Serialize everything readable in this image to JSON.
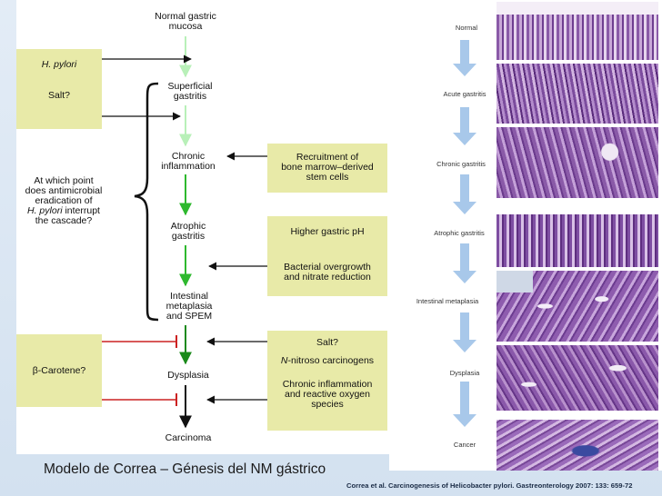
{
  "diagram": {
    "stages": {
      "normal": [
        "Normal gastric",
        "mucosa"
      ],
      "superficial": [
        "Superficial",
        "gastritis"
      ],
      "chronic": [
        "Chronic",
        "inflammation"
      ],
      "atrophic": [
        "Atrophic",
        "gastritis"
      ],
      "intestinal": [
        "Intestinal",
        "metaplasia",
        "and SPEM"
      ],
      "dysplasia": "Dysplasia",
      "carcinoma": "Carcinoma"
    },
    "factors": {
      "h_pylori": "H. pylori",
      "salt": "Salt?",
      "beta_carotene": "β-Carotene?"
    },
    "question": {
      "line1": "At which point",
      "line2": "does antimicrobial",
      "line3": "eradication of",
      "line4_italic": "H. pylori",
      "line4_rest": " interrupt",
      "line5": "the cascade?"
    },
    "right_boxes": {
      "recruitment": [
        "Recruitment of",
        "bone marrow–derived",
        "stem cells"
      ],
      "ph": "Higher gastric pH",
      "bacterial": [
        "Bacterial overgrowth",
        "and nitrate reduction"
      ],
      "salt": "Salt?",
      "nitroso_italic": "N",
      "nitroso_rest": "-nitroso carcinogens",
      "inflammation": [
        "Chronic inflammation",
        "and reactive oxygen",
        "species"
      ]
    }
  },
  "histology": {
    "stages": [
      "Normal",
      "Acute gastritis",
      "Chronic gastritis",
      "Atrophic gastritis",
      "Intestinal metaplasia",
      "Dysplasia",
      "Cancer"
    ]
  },
  "colors": {
    "box_fill": "#e8eaa8",
    "arrow_light_green": "#b8f0b8",
    "arrow_green": "#2eb82e",
    "arrow_dark_green": "#1a8a1a",
    "inhibitor_red": "#cc2222",
    "histo_arrow": "#a8c8ea",
    "tissue_purple": "#8a5aa8"
  },
  "caption": "Modelo de Correa – Génesis del NM gástrico",
  "reference": "Correa et al. Carcinogenesis of Helicobacter pylori. Gastreonterology 2007: 133: 659-72"
}
